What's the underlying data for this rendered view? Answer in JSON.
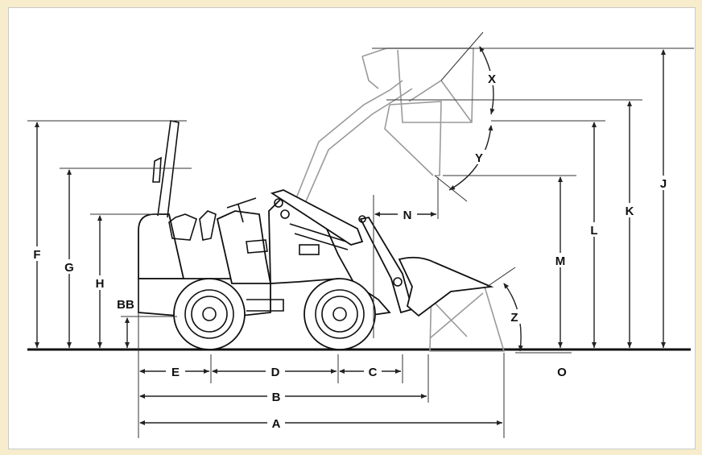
{
  "colors": {
    "background": "#f7eccb",
    "panel": "#ffffff",
    "line": "#111111",
    "ghost": "#9a9a9a"
  },
  "labels": {
    "A": "A",
    "B": "B",
    "C": "C",
    "D": "D",
    "E": "E",
    "F": "F",
    "G": "G",
    "H": "H",
    "J": "J",
    "K": "K",
    "L": "L",
    "M": "M",
    "N": "N",
    "O": "O",
    "X": "X",
    "Y": "Y",
    "Z": "Z",
    "BB": "BB"
  }
}
